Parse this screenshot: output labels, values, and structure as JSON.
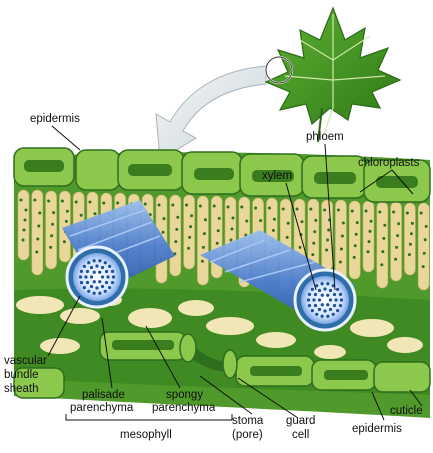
{
  "labels": {
    "epidermis_top": "epidermis",
    "xylem": "xylem",
    "phloem": "phloem",
    "chloroplasts": "chloroplasts",
    "vascular": "vascular",
    "bundle": "bundle",
    "sheath": "sheath",
    "palisade": "palisade",
    "palisade_parenchyma": "parenchyma",
    "spongy": "spongy",
    "spongy_parenchyma": "parenchyma",
    "mesophyll": "mesophyll",
    "stoma": "stoma",
    "pore": "(pore)",
    "guard": "guard",
    "cell": "cell",
    "cuticle": "cuticle",
    "epidermis_bottom": "epidermis"
  },
  "colors": {
    "leaf_green": "#4f9a2b",
    "epidermis_green": "#8cc84b",
    "epidermis_dark": "#2f6e1e",
    "palisade_tan": "#e9d79a",
    "spongy_cream": "#f1e6b6",
    "vein_blue": "#5b8ad6",
    "arrow_grey": "#dfe6ea"
  },
  "icons": [
    "maple-leaf-icon",
    "zoom-arrow-icon"
  ]
}
